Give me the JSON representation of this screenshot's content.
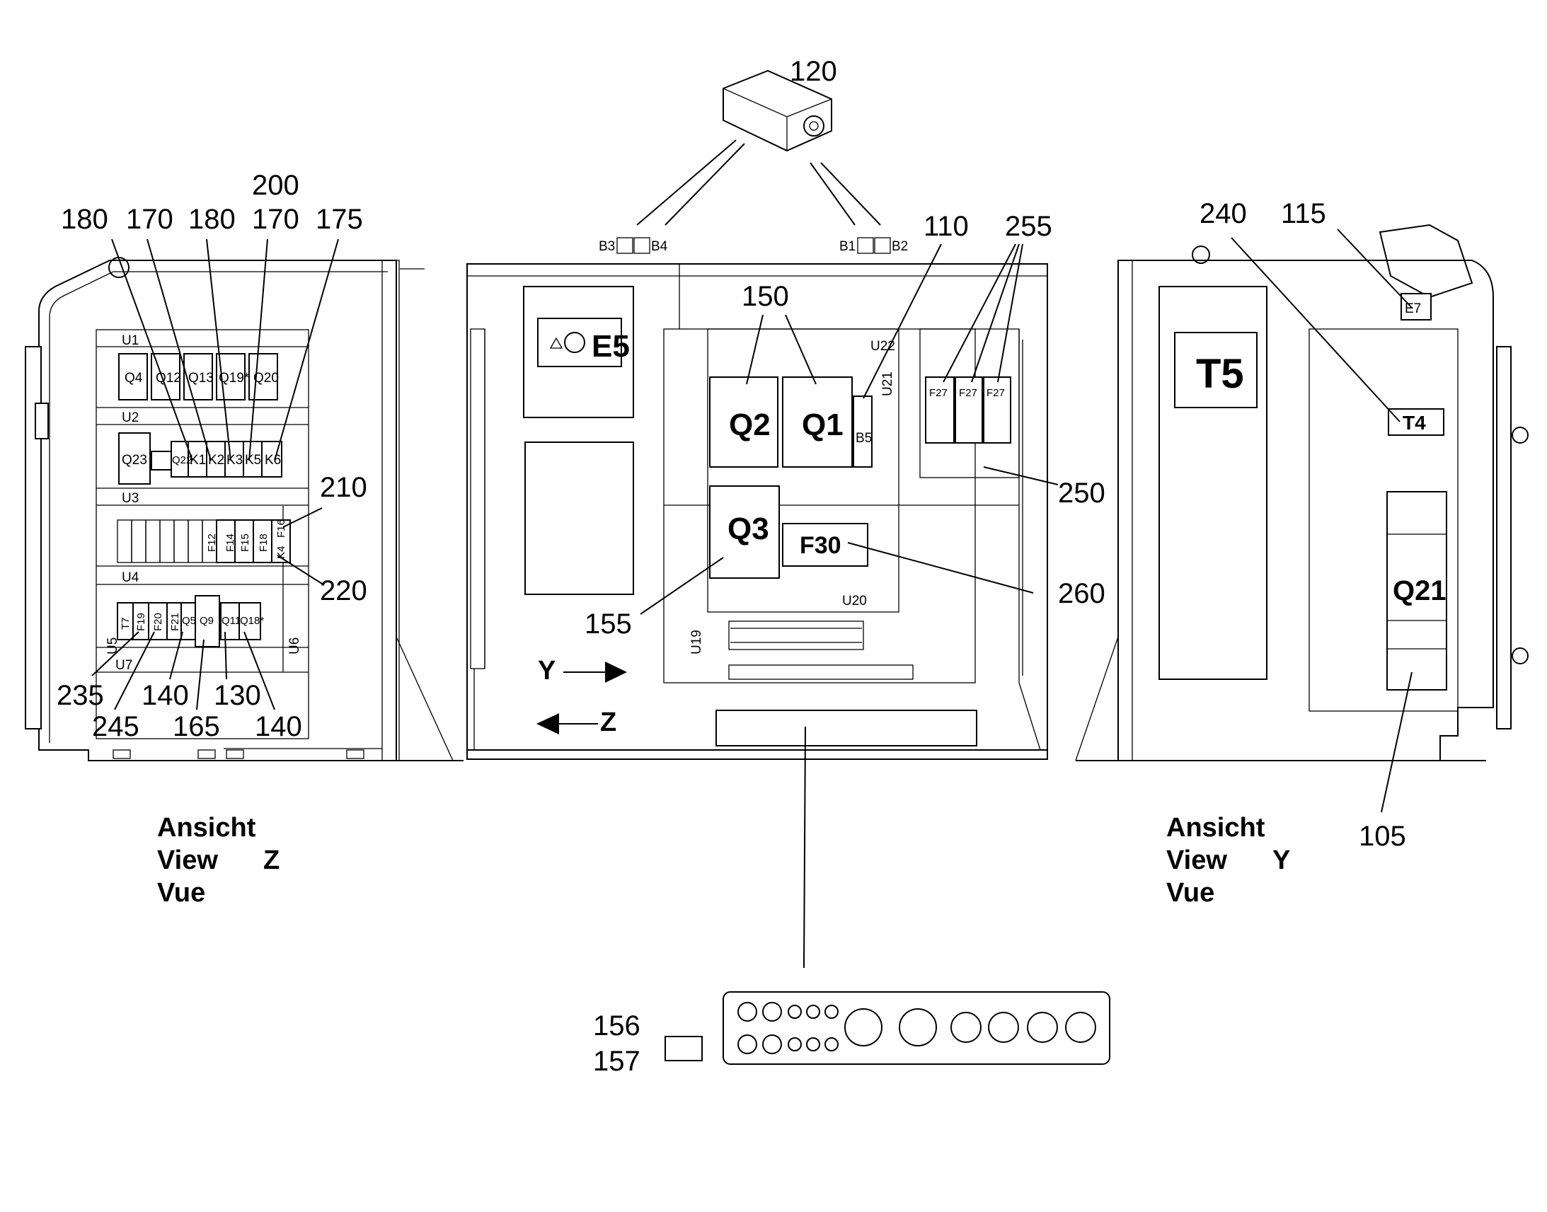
{
  "views": {
    "left": {
      "line1": "Ansicht",
      "line2": "View",
      "line3": "Vue",
      "letter": "Z"
    },
    "right": {
      "line1": "Ansicht",
      "line2": "View",
      "line3": "Vue",
      "letter": "Y"
    }
  },
  "arrows": {
    "y": "Y",
    "z": "Z"
  },
  "callouts": {
    "c120": "120",
    "c200": "200",
    "c180a": "180",
    "c170a": "170",
    "c180b": "180",
    "c170b": "170",
    "c175": "175",
    "c210": "210",
    "c220": "220",
    "c235": "235",
    "c245": "245",
    "c140a": "140",
    "c165": "165",
    "c130": "130",
    "c140b": "140",
    "c150": "150",
    "c110": "110",
    "c255": "255",
    "c250": "250",
    "c260": "260",
    "c155": "155",
    "c156": "156",
    "c157": "157",
    "c240": "240",
    "c115": "115",
    "c105": "105"
  },
  "marks": {
    "E5": "E5",
    "Q2": "Q2",
    "Q1": "Q1",
    "Q3": "Q3",
    "F30": "F30",
    "B5": "B5",
    "T5": "T5",
    "T4": "T4",
    "Q21": "Q21",
    "E7": "E7",
    "U20": "U20",
    "U21": "U21",
    "U22": "U22",
    "U19": "U19",
    "F27a": "F27",
    "F27b": "F27",
    "F27c": "F27",
    "B1": "B1",
    "B2": "B2",
    "B3": "B3",
    "B4": "B4"
  },
  "left_panel": {
    "rails": {
      "U1": "U1",
      "U2": "U2",
      "U3": "U3",
      "U4": "U4",
      "U5": "U5",
      "U6": "U6",
      "U7": "U7"
    },
    "row1": [
      "Q4",
      "Q12",
      "Q13",
      "Q19*",
      "Q20"
    ],
    "row2": {
      "Q23": "Q23",
      "Q22": "Q22",
      "K1": "K1",
      "K2": "K2",
      "K3": "K3",
      "K5": "K5",
      "K6": "K6"
    },
    "row3": [
      "F12",
      "F14",
      "F15",
      "F18",
      "F16",
      "K4"
    ],
    "row4": [
      "T7",
      "F19",
      "F20",
      "F21",
      "Q5",
      "Q9",
      "Q11",
      "Q18*"
    ]
  }
}
